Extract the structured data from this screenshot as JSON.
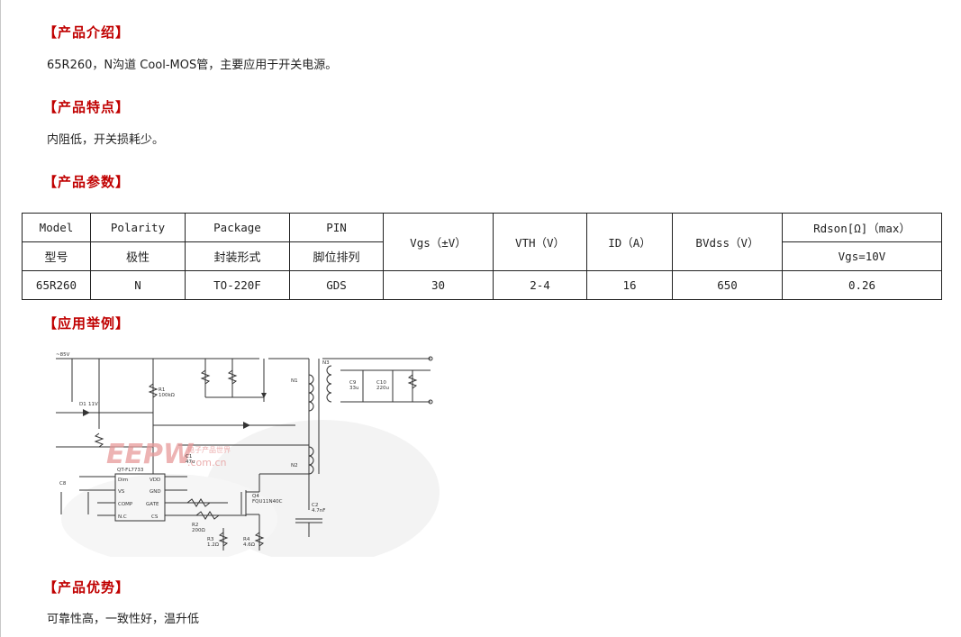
{
  "sections": {
    "intro": {
      "title": "【产品介绍】",
      "text": "65R260，N沟道 Cool-MOS管，主要应用于开关电源。"
    },
    "features": {
      "title": "【产品特点】",
      "text": "内阻低，开关损耗少。"
    },
    "params": {
      "title": "【产品参数】"
    },
    "example": {
      "title": "【应用举例】"
    },
    "advantage": {
      "title": "【产品优势】",
      "text": "可靠性高，一致性好，温升低"
    }
  },
  "table": {
    "h_model": "Model",
    "h_model_cn": "型号",
    "h_polarity": "Polarity",
    "h_polarity_cn": "极性",
    "h_package": "Package",
    "h_package_cn": "封装形式",
    "h_pin": "PIN",
    "h_pin_cn": "脚位排列",
    "h_vgs": "Vgs（±V）",
    "h_vth": "VTH（V）",
    "h_id": "ID（A）",
    "h_bvdss": "BVdss（V）",
    "h_rdson": "Rdson[Ω]（max）",
    "h_rdson_sub": "Vgs=10V",
    "row": {
      "model": "65R260",
      "polarity": "N",
      "package": "TO-220F",
      "pin": "GDS",
      "vgs": "30",
      "vth": "2-4",
      "id": "16",
      "bvdss": "650",
      "rdson": "0.26"
    }
  },
  "schematic": {
    "watermark": "EEPW",
    "watermark_sub": ".com.cn",
    "watermark_cn": "电子产品世界",
    "labels": {
      "ic": "QT-FL7733",
      "q4": "Q4",
      "q4_part": "FQU11N40C",
      "n1": "N1",
      "n2": "N2",
      "n3": "N3",
      "d1": "D1",
      "d1_v": "11V",
      "c1": "C1",
      "c1_v": "47u",
      "c2": "C2",
      "c2_v": "4.7nF",
      "c8": "C8",
      "c9": "C9",
      "c9_v": "33u",
      "c10": "C10",
      "c10_v": "220u",
      "r1": "R1",
      "r1_v": "100kΩ",
      "r2": "R2",
      "r2_v": "200Ω",
      "r3": "R3",
      "r3_v": "1.2Ω",
      "r4": "R4",
      "r4_v": "4.6Ω",
      "pin_dim": "Dim",
      "pin_vdd": "VDD",
      "pin_vs": "VS",
      "pin_gnd": "GND",
      "pin_comp": "COMP",
      "pin_gate": "GATE",
      "pin_nc": "N.C",
      "pin_cs": "CS",
      "vin": "~85V"
    }
  },
  "colors": {
    "heading": "#c00000",
    "border": "#222222",
    "schematic": "#333333"
  }
}
